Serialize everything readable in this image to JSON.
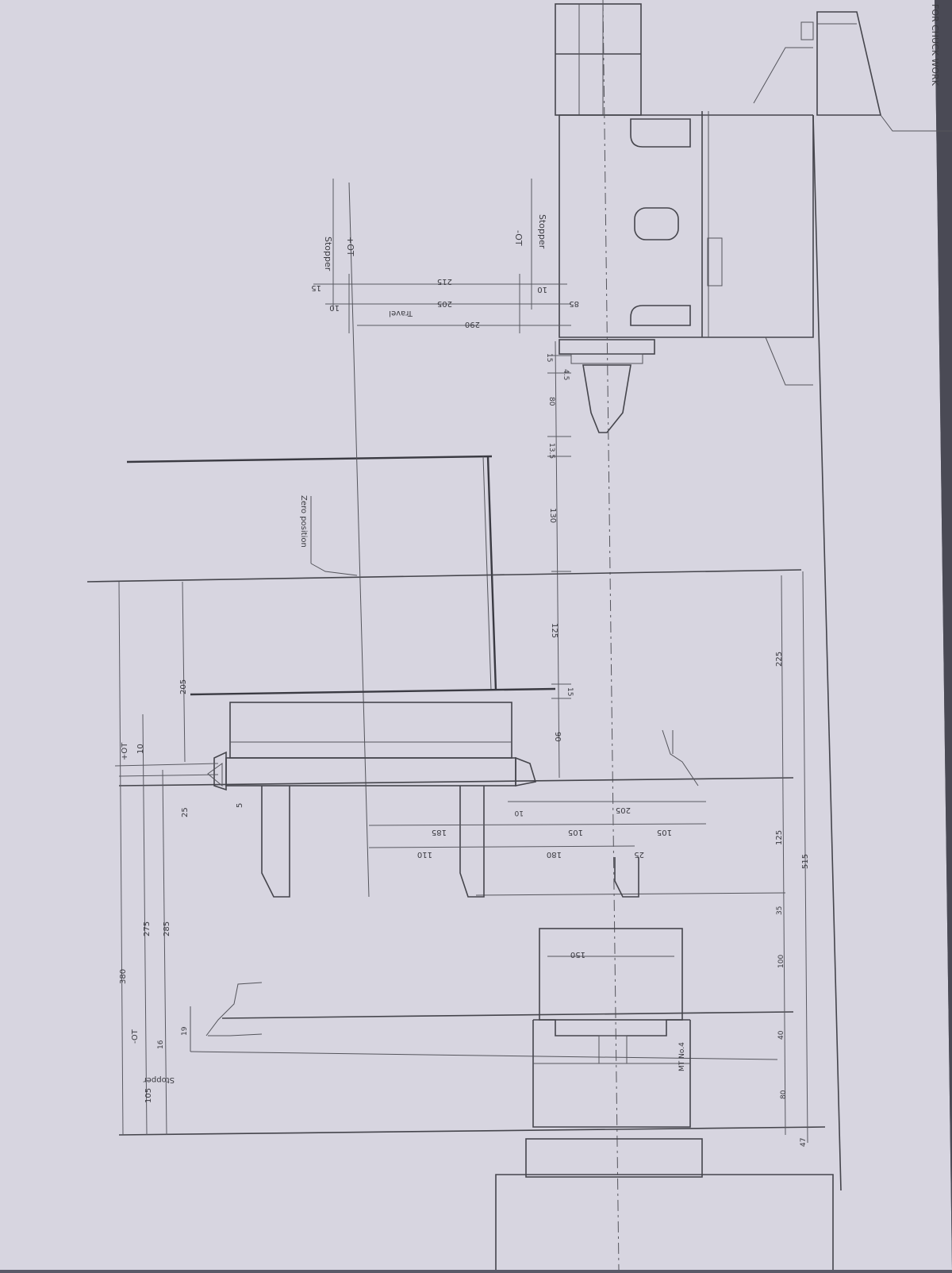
{
  "corner_note": "FOR CHUCK WORK",
  "labels": {
    "stopper": "Stopper",
    "plus_ot": "+OT",
    "minus_ot": "-OT",
    "travel": "Travel",
    "zero_position": "Zero position",
    "taper": "MT No.4"
  },
  "dims": {
    "d15a": "15",
    "d10a": "10",
    "d215": "215",
    "d205": "205",
    "d290": "290",
    "d10b": "10",
    "d85": "85",
    "d15b": "15",
    "d45": "4.5",
    "d80a": "80",
    "d135": "13.5",
    "d130": "130",
    "d125a": "125",
    "d15c": "15",
    "d90": "90",
    "d225": "225",
    "d10c": "10",
    "d205b": "205",
    "d205c": "205",
    "d25": "25",
    "d5": "5",
    "d10d": "10",
    "d185": "185",
    "d105a": "105",
    "d105b": "105",
    "d110": "110",
    "d180": "180",
    "d25b": "25",
    "d125b": "125",
    "d515": "515",
    "d275": "275",
    "d285": "285",
    "d380": "380",
    "d35": "35",
    "d150": "150",
    "d100": "100",
    "d19": "19",
    "d16": "16",
    "d105c": "105",
    "d40": "40",
    "d80b": "80",
    "d47": "47"
  }
}
